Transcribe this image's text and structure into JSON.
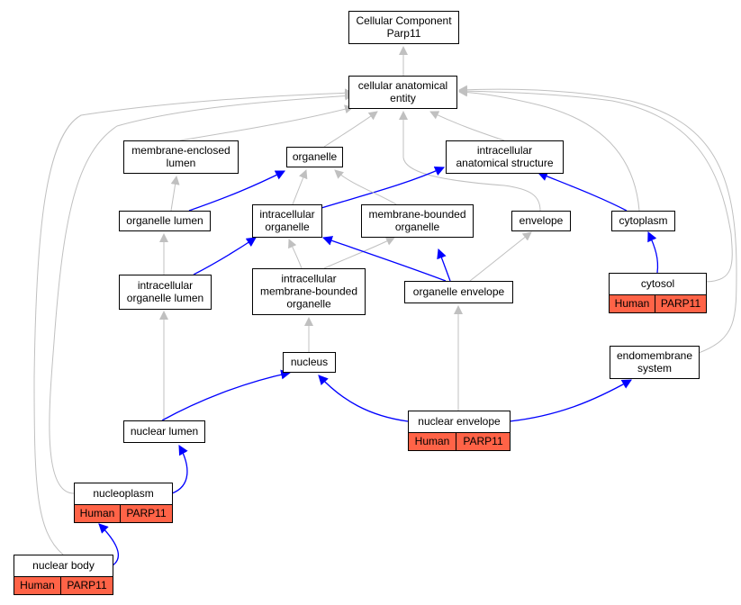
{
  "colors": {
    "is_a_edge": "#c0c0c0",
    "part_of_edge": "#0000ff",
    "annotation_fill": "#ff6347"
  },
  "nodes": {
    "root": [
      "Cellular Component",
      "Parp11"
    ],
    "cae": [
      "cellular anatomical",
      "entity"
    ],
    "mel": [
      "membrane-enclosed",
      "lumen"
    ],
    "organelle": [
      "organelle"
    ],
    "ias": [
      "intracellular",
      "anatomical structure"
    ],
    "ol": [
      "organelle lumen"
    ],
    "io": [
      "intracellular",
      "organelle"
    ],
    "mbo": [
      "membrane-bounded",
      "organelle"
    ],
    "envelope": [
      "envelope"
    ],
    "cytoplasm": [
      "cytoplasm"
    ],
    "iol": [
      "intracellular",
      "organelle lumen"
    ],
    "imbo": [
      "intracellular",
      "membrane-bounded",
      "organelle"
    ],
    "oe": [
      "organelle envelope"
    ],
    "cytosol": [
      "cytosol"
    ],
    "nucleus": [
      "nucleus"
    ],
    "es": [
      "endomembrane",
      "system"
    ],
    "nl": [
      "nuclear lumen"
    ],
    "ne": [
      "nuclear envelope"
    ],
    "np": [
      "nucleoplasm"
    ],
    "nb": [
      "nuclear body"
    ]
  },
  "annotations": {
    "cytosol": [
      "Human",
      "PARP11"
    ],
    "ne": [
      "Human",
      "PARP11"
    ],
    "np": [
      "Human",
      "PARP11"
    ],
    "nb": [
      "Human",
      "PARP11"
    ]
  }
}
